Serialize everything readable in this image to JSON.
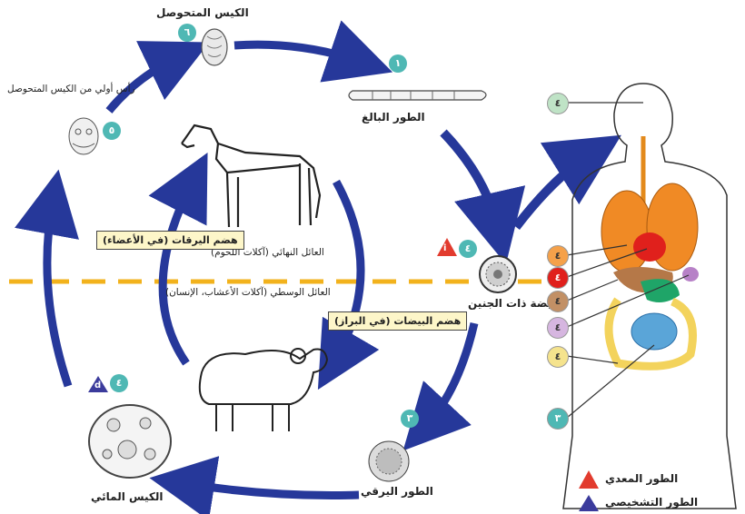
{
  "stages": {
    "hydatid_transformed": "الكيس المتحوصل",
    "protoscolex": "رأس أولي من الكيس المتحوصل",
    "adult": "الطور البالغ",
    "egg": "البيضة ذات الجنين",
    "larva": "الطور اليرقي",
    "hydatid_cyst": "الكيس المائي"
  },
  "hosts": {
    "definitive": "العائل النهائي (آكلات اللحوم)",
    "intermediate": "العائل الوسطي (آكلات الأعشاب، الإنسان)"
  },
  "boxes": {
    "larva_digest": "هضم اليرقات (في الأعضاء)",
    "egg_digest": "هضم البيضات (في البراز)"
  },
  "badges": {
    "b1": "١",
    "b3": "٣",
    "b4": "٤",
    "b5": "٥",
    "b6": "٦",
    "marker_i": "i",
    "marker_d": "d"
  },
  "organ_badges": [
    "٤",
    "٤",
    "٤",
    "٤",
    "٤",
    "٤",
    "٣"
  ],
  "legend": {
    "infective": "الطور المعدي",
    "diagnostic": "الطور التشخيصي"
  },
  "colors": {
    "arrow": "#26389a",
    "dashed": "#f2b21c",
    "teal": "#4fb8b4",
    "infective": "#e23b2e",
    "diagnostic": "#3b3b9c",
    "box_bg": "#fdf6c9"
  }
}
